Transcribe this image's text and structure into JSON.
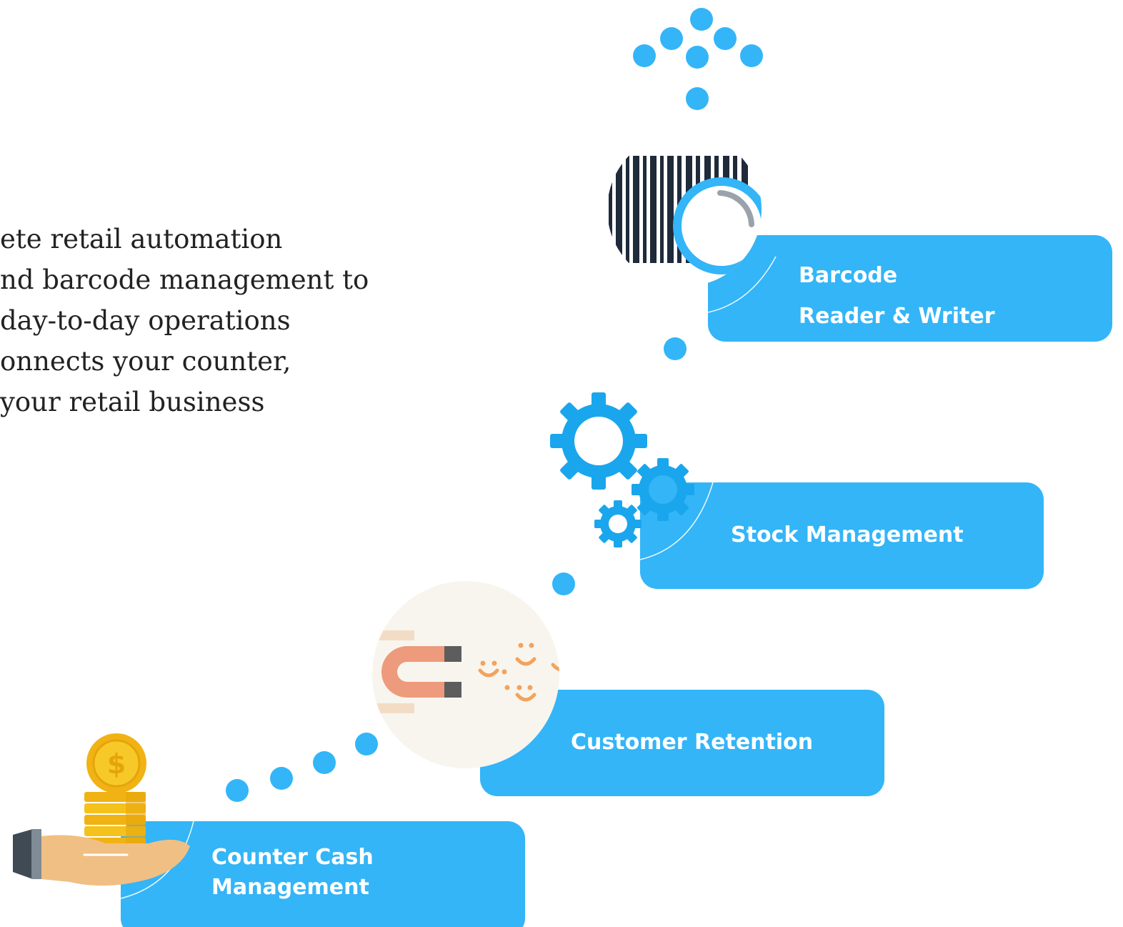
{
  "intro": {
    "lines": [
      "ete retail automation",
      "nd barcode management to",
      "day-to-day operations",
      "onnects your counter,",
      " your retail business"
    ]
  },
  "steps": [
    {
      "id": "barcode",
      "label_lines": [
        "Barcode",
        "Reader & Writer"
      ],
      "icon": "barcode-magnifier-icon"
    },
    {
      "id": "stock",
      "label_lines": [
        "Stock Management"
      ],
      "icon": "gears-icon"
    },
    {
      "id": "retention",
      "label_lines": [
        "Customer Retention"
      ],
      "icon": "magnet-smileys-icon"
    },
    {
      "id": "cash",
      "label_lines": [
        "Counter Cash",
        "Management"
      ],
      "icon": "hand-coins-icon"
    }
  ],
  "colors": {
    "accent": "#33b5f8",
    "barcode_ink": "#1f2a3a",
    "magnet": "#ee9a7c",
    "coin": "#f5c21b",
    "skin": "#f0bf83",
    "sleeve": "#4f5e6a",
    "smiley": "#f2a35c"
  }
}
